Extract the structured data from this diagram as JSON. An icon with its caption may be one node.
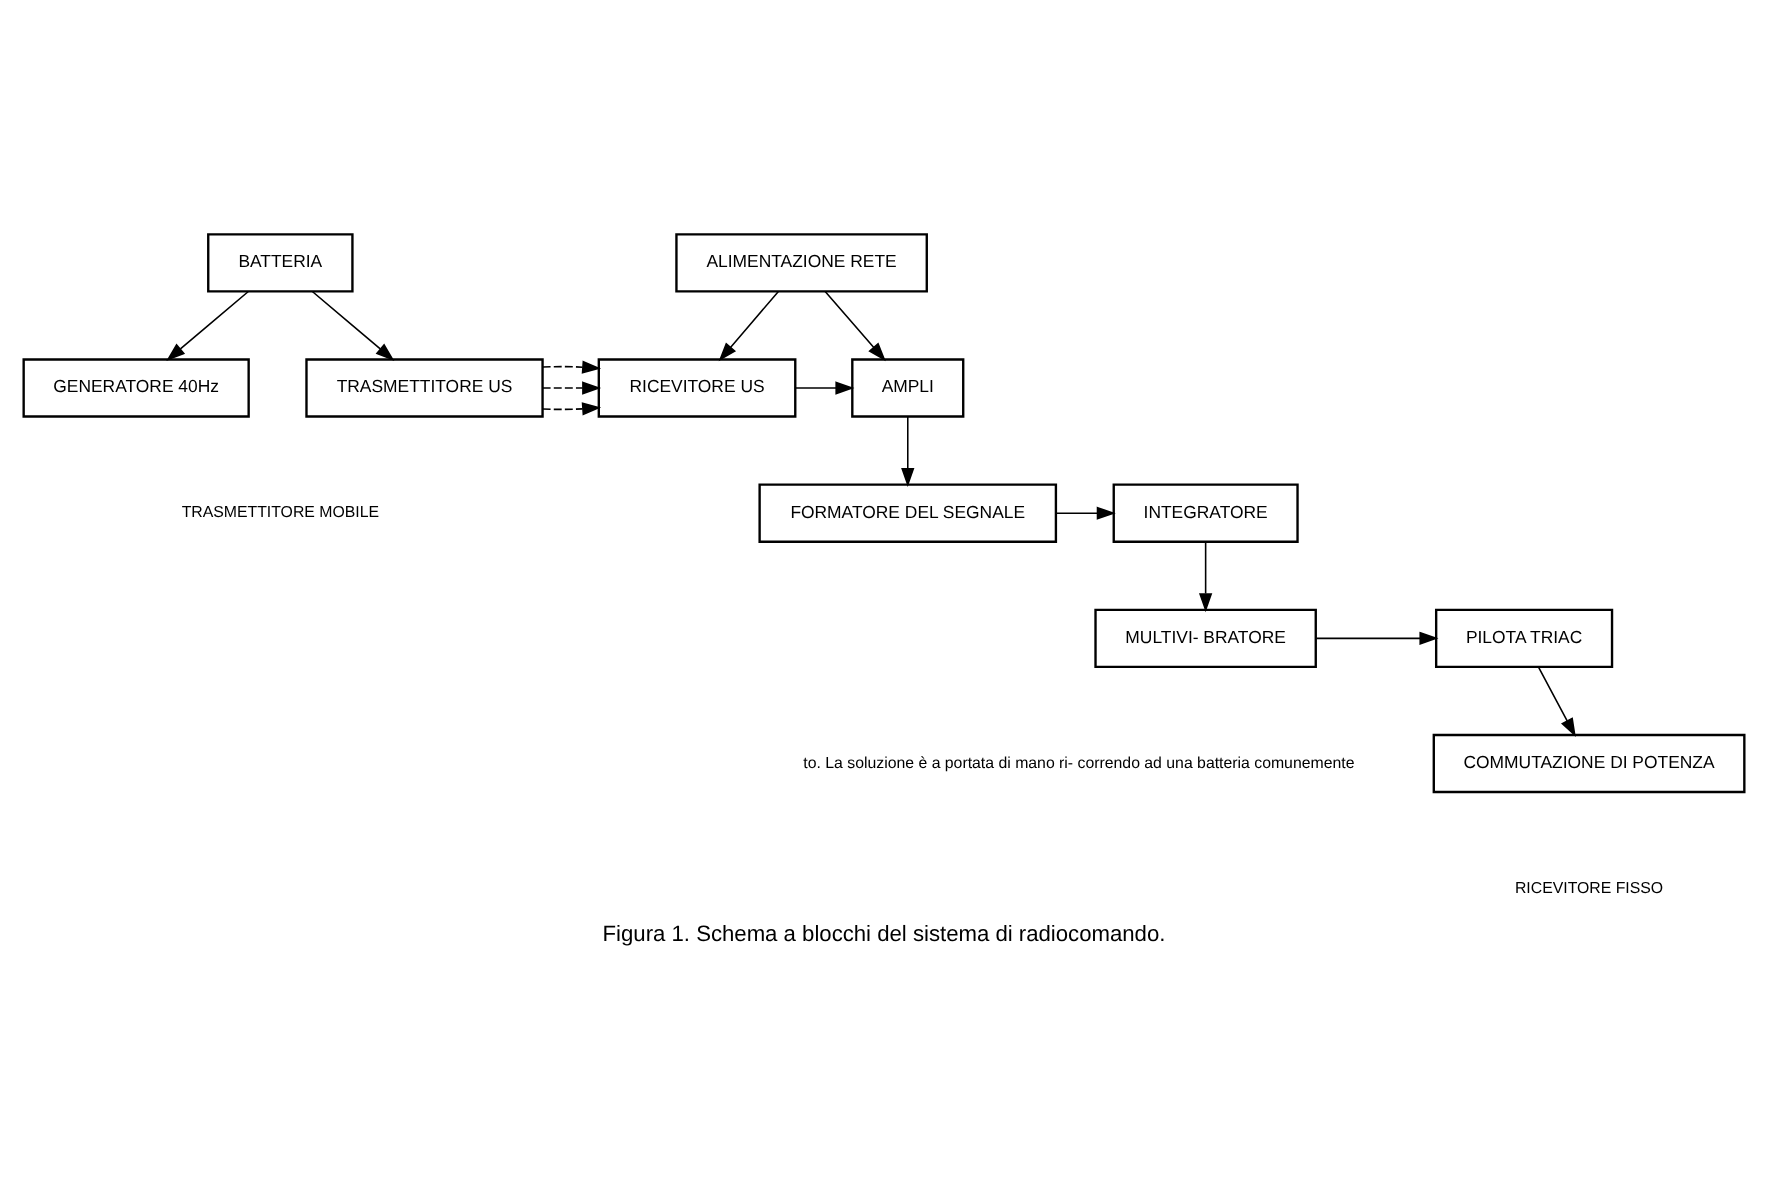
{
  "diagram": {
    "caption": "Figura 1. Schema a blocchi del sistema di radiocomando.",
    "nodes": [
      {
        "text": [
          "BATTERIA"
        ]
      },
      {
        "text": [
          "GENERATORE 40Hz"
        ]
      },
      {
        "text": [
          "TRASMETTITORE US"
        ]
      },
      {
        "text": [
          "ALIMENTAZIONE RETE"
        ]
      },
      {
        "text": [
          "RICEVITORE US"
        ]
      },
      {
        "text": [
          "AMPLI"
        ]
      },
      {
        "text": [
          "INTEGRATORE"
        ]
      },
      {
        "text": [
          "FORMATORE DEL SEGNALE"
        ]
      },
      {
        "text": [
          "MULTIVI- BRATORE"
        ]
      },
      {
        "text": [
          "PILOTA TRIAC"
        ]
      },
      {
        "text": [
          "COMMUTAZIONE DI POTENZA"
        ]
      }
    ],
    "edges": [
      {
        "from": 0,
        "to": 1,
        "arrow": "to"
      },
      {
        "from": 0,
        "to": 2,
        "arrow": "to"
      },
      {
        "from": 2,
        "to": 4,
        "arrow": "to",
        "style": "dashed"
      },
      {
        "from": 2,
        "to": 4,
        "arrow": "to",
        "style": "dashed"
      },
      {
        "from": 2,
        "to": 4,
        "arrow": "to",
        "style": "dashed"
      },
      {
        "from": 3,
        "to": 4,
        "arrow": "to"
      },
      {
        "from": 3,
        "to": 5,
        "arrow": "to"
      },
      {
        "from": 4,
        "to": 5,
        "arrow": "to"
      },
      {
        "from": 5,
        "to": 7,
        "arrow": "to"
      },
      {
        "from": 7,
        "to": 6,
        "arrow": "to"
      },
      {
        "from": 6,
        "to": 8,
        "arrow": "to"
      },
      {
        "from": 8,
        "to": 9,
        "arrow": "to"
      },
      {
        "from": 9,
        "to": 10,
        "arrow": "to"
      }
    ],
    "labels": [
      "TRASMETTITORE MOBILE",
      "RICEVITORE FISSO",
      "to. La soluzione è a portata di mano ri- correndo ad una batteria comunemente"
    ]
  }
}
